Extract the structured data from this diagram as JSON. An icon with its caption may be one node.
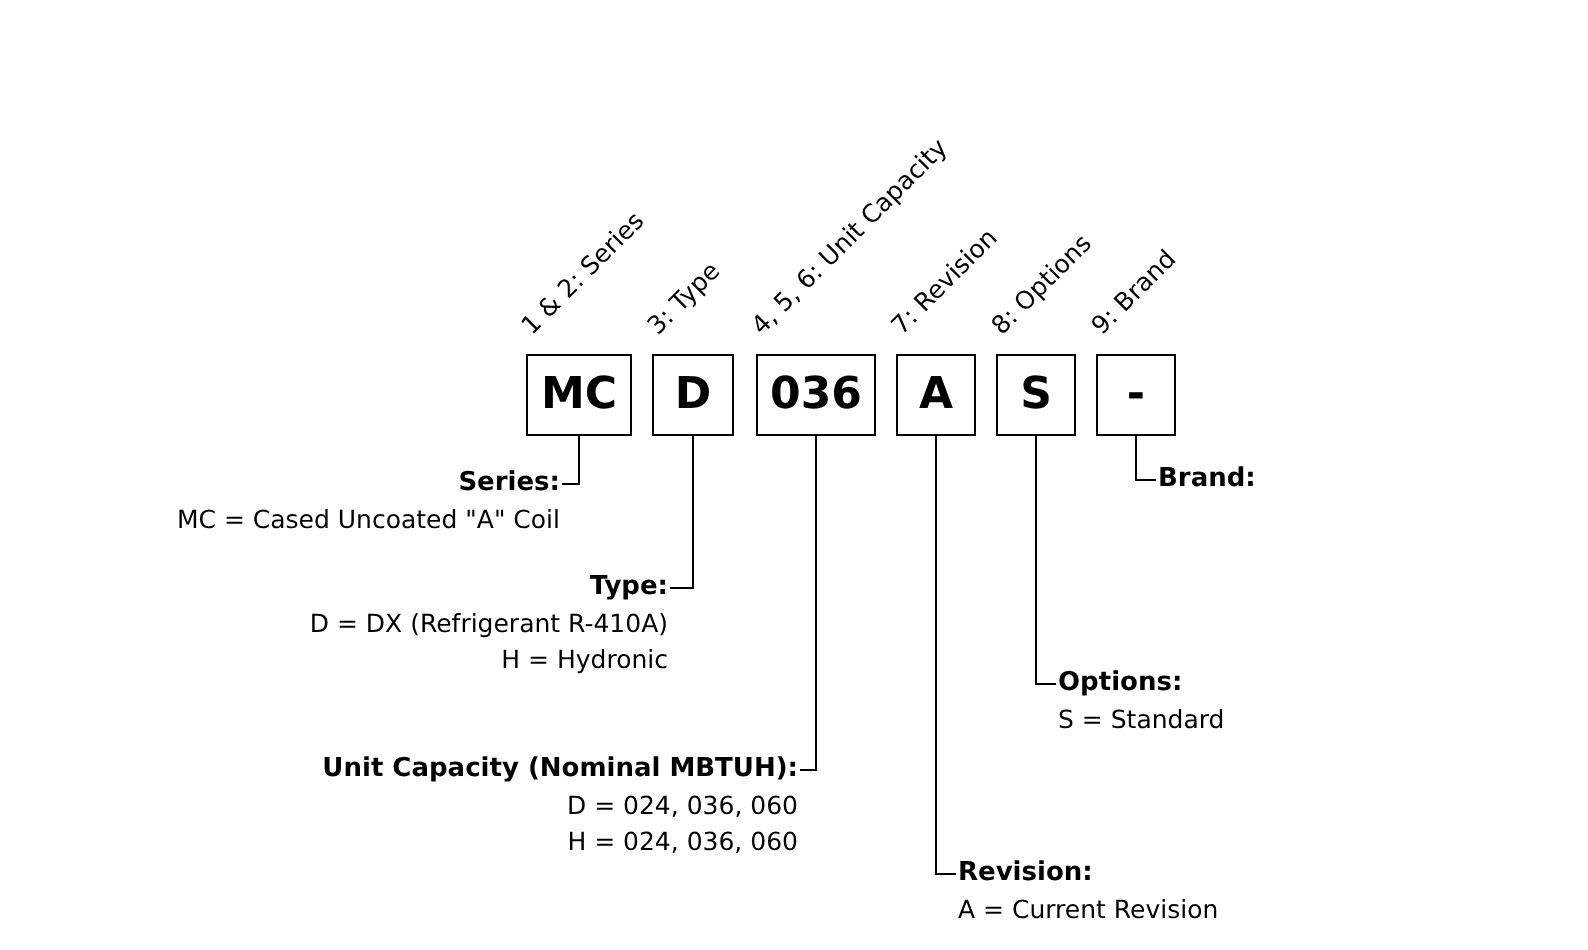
{
  "diagram": {
    "nodes": [
      {
        "text": [
          "MC"
        ],
        "beside": [
          "1 & 2: Series"
        ]
      },
      {
        "text": [
          "D"
        ],
        "beside": [
          "3: Type"
        ]
      },
      {
        "text": [
          "036"
        ],
        "beside": [
          "4, 5, 6: Unit Capacity"
        ]
      },
      {
        "text": [
          "A"
        ],
        "beside": [
          "7: Revision"
        ]
      },
      {
        "text": [
          "S"
        ],
        "beside": [
          "8: Options"
        ]
      },
      {
        "text": [
          "-"
        ],
        "beside": [
          "9: Brand"
        ]
      },
      {
        "text": [
          "Series:",
          "MC = Cased Uncoated \"A\" Coil"
        ]
      },
      {
        "text": [
          "Type:",
          "D = DX (Refrigerant R-410A)",
          "H = Hydronic"
        ]
      },
      {
        "text": [
          "Unit Capacity (Nominal MBTUH):",
          "D = 024, 036, 060",
          "H = 024, 036, 060"
        ]
      },
      {
        "text": [
          "Revision:",
          "A = Current Revision"
        ]
      },
      {
        "text": [
          "Options:",
          "S = Standard"
        ]
      },
      {
        "text": [
          "Brand:"
        ]
      }
    ],
    "edges": [
      {
        "from": 0,
        "to": 6,
        "arrow": "none"
      },
      {
        "from": 1,
        "to": 7,
        "arrow": "none"
      },
      {
        "from": 2,
        "to": 8,
        "arrow": "none"
      },
      {
        "from": 3,
        "to": 9,
        "arrow": "none"
      },
      {
        "from": 4,
        "to": 10,
        "arrow": "none"
      },
      {
        "from": 5,
        "to": 11,
        "arrow": "none"
      }
    ]
  }
}
